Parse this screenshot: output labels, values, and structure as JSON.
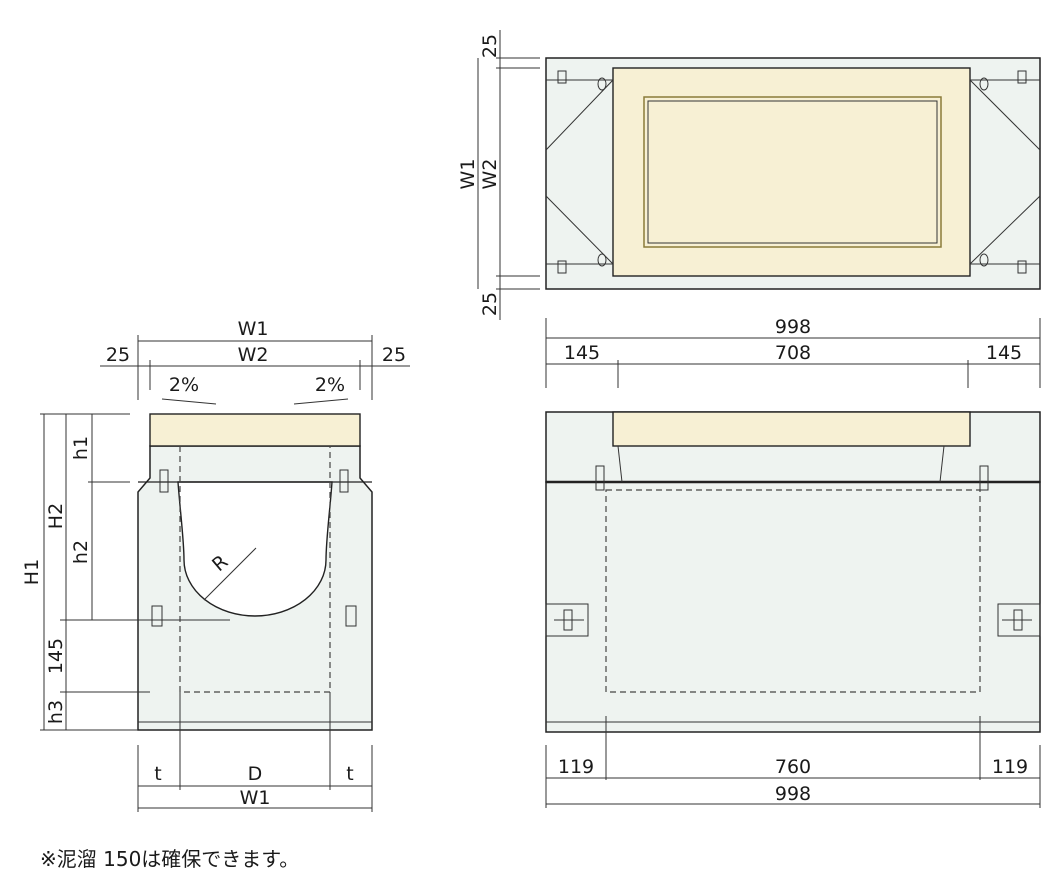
{
  "top_view": {
    "dim_top": "25",
    "dim_bottom": "25",
    "label_w1": "W1",
    "label_w2": "W2"
  },
  "front_view": {
    "dim_total": "998",
    "dim_left": "145",
    "dim_mid": "708",
    "dim_right": "145",
    "dim_bottom_left": "119",
    "dim_bottom_mid": "760",
    "dim_bottom_right": "119",
    "dim_bottom_total": "998"
  },
  "section_view": {
    "label_w1_top": "W1",
    "label_w2": "W2",
    "dim_left_25": "25",
    "dim_right_25": "25",
    "slope_left": "2%",
    "slope_right": "2%",
    "label_h1_total": "H1",
    "label_h2": "H2",
    "label_h1_small": "h1",
    "label_h2_small": "h2",
    "dim_145": "145",
    "label_h3": "h3",
    "label_r": "R",
    "label_t_left": "t",
    "label_d": "D",
    "label_t_right": "t",
    "label_w1_bottom": "W1"
  },
  "note": "※泥溜 150は確保できます。",
  "colors": {
    "concrete": "#eef3f0",
    "cover": "#f7f0d4",
    "cover_frame": "#8a7b3a",
    "line": "#222222"
  }
}
